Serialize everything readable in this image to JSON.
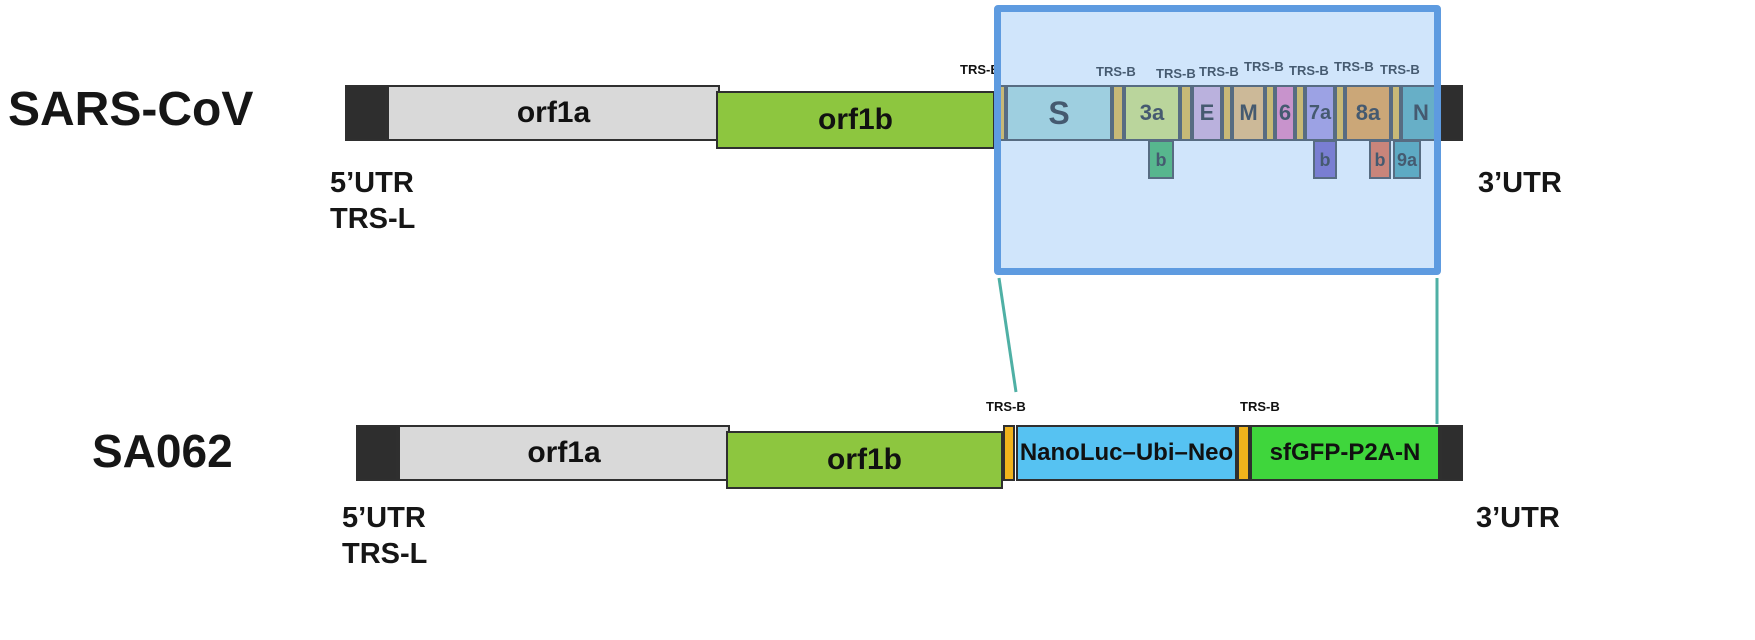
{
  "rows": {
    "sars": {
      "name": "SARS-CoV",
      "utr5": "5’UTR",
      "trs_l": "TRS-L",
      "utr3": "3’UTR",
      "segments": {
        "orf1a": "orf1a",
        "orf1b": "orf1b",
        "s": "S",
        "orf3a": "3a",
        "orf3b": "b",
        "e": "E",
        "m": "M",
        "orf6": "6",
        "orf7a": "7a",
        "orf7b": "b",
        "orf8a": "8a",
        "orf8b": "b",
        "n": "N",
        "orf9a": "9a"
      }
    },
    "sa062": {
      "name": "SA062",
      "utr5": "5’UTR",
      "trs_l": "TRS-L",
      "utr3": "3’UTR",
      "segments": {
        "orf1a": "orf1a",
        "orf1b": "orf1b",
        "reporter1": "NanoLuc–Ubi–Neo",
        "reporter2": "sfGFP-P2A-N"
      }
    }
  },
  "labels": {
    "trs_b": "TRS-B"
  },
  "colors": {
    "utr_black": "#2e2e2e",
    "orf1a_gray": "#d9d9d9",
    "orf1b_green": "#8dc63f",
    "trs_orange": "#f0b31c",
    "s_teal": "#a9d9d0",
    "orf3a_yellowgreen": "#d9e35c",
    "orf3b_green": "#2fae44",
    "e_pink": "#d9a6cc",
    "m_orange": "#f9b455",
    "orf6_pink": "#f273ae",
    "orf7a_purple": "#a58cd8",
    "orf7b_purple": "#6a4fb8",
    "orf8a_orange": "#f7941e",
    "orf8b_red": "#f15a24",
    "n_teal": "#4aa3a6",
    "orf9a_teal": "#3b9aa0",
    "nanoluc_blue": "#56c2f2",
    "sfgfp_green": "#3fd63c",
    "highlight_fill": "#8fc0f5",
    "highlight_border": "#5e9be0",
    "connector_teal": "#4fb0a5"
  }
}
